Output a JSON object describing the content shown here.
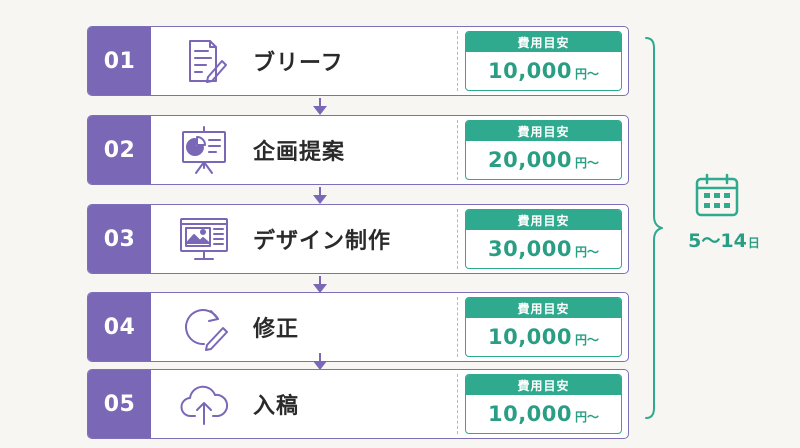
{
  "steps": [
    {
      "number": "01",
      "title": "ブリーフ",
      "cost_label": "費用目安",
      "cost_amount": "10,000",
      "cost_unit": "円〜",
      "icon": "document-pen-icon"
    },
    {
      "number": "02",
      "title": "企画提案",
      "cost_label": "費用目安",
      "cost_amount": "20,000",
      "cost_unit": "円〜",
      "icon": "presentation-board-icon"
    },
    {
      "number": "03",
      "title": "デザイン制作",
      "cost_label": "費用目安",
      "cost_amount": "30,000",
      "cost_unit": "円〜",
      "icon": "monitor-design-icon"
    },
    {
      "number": "04",
      "title": "修正",
      "cost_label": "費用目安",
      "cost_amount": "10,000",
      "cost_unit": "円〜",
      "icon": "revise-pencil-icon"
    },
    {
      "number": "05",
      "title": "入稿",
      "cost_label": "費用目安",
      "cost_amount": "10,000",
      "cost_unit": "円〜",
      "icon": "cloud-upload-icon"
    }
  ],
  "duration": {
    "range": "5〜14",
    "unit": "日",
    "icon": "calendar-icon"
  },
  "colors": {
    "purple": "#7a67b6",
    "purple_border": "#7d6fb8",
    "green": "#2faa8e",
    "green_text": "#2a9e84",
    "background": "#f7f6f2"
  }
}
